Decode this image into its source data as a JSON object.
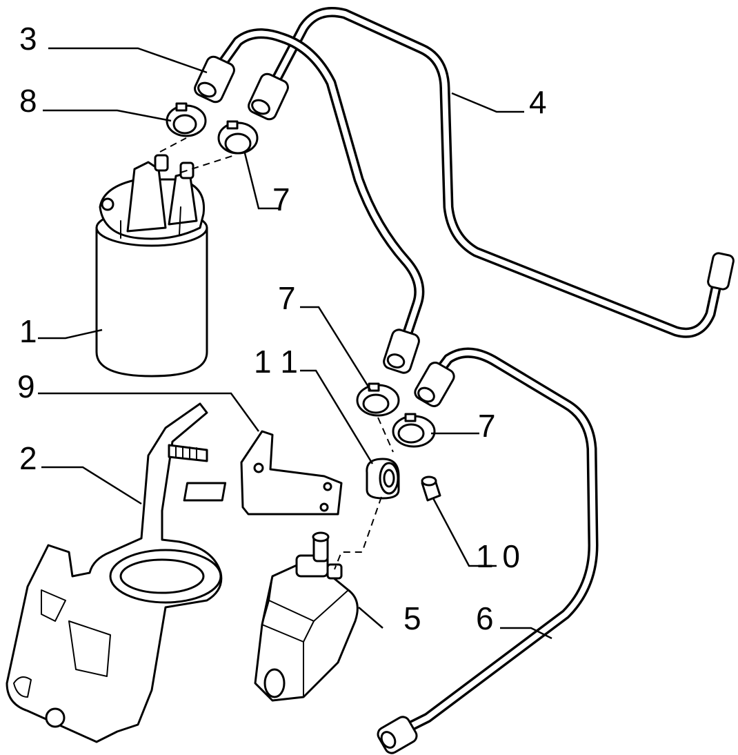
{
  "diagram": {
    "callouts": [
      {
        "id": "1",
        "label": "1"
      },
      {
        "id": "2",
        "label": "2"
      },
      {
        "id": "3",
        "label": "3"
      },
      {
        "id": "4",
        "label": "4"
      },
      {
        "id": "5",
        "label": "5"
      },
      {
        "id": "6",
        "label": "6"
      },
      {
        "id": "7a",
        "label": "7"
      },
      {
        "id": "7b",
        "label": "7"
      },
      {
        "id": "7c",
        "label": "7"
      },
      {
        "id": "8",
        "label": "8"
      },
      {
        "id": "9",
        "label": "9"
      },
      {
        "id": "10",
        "label": "1 0"
      },
      {
        "id": "11",
        "label": "1 1"
      }
    ]
  }
}
